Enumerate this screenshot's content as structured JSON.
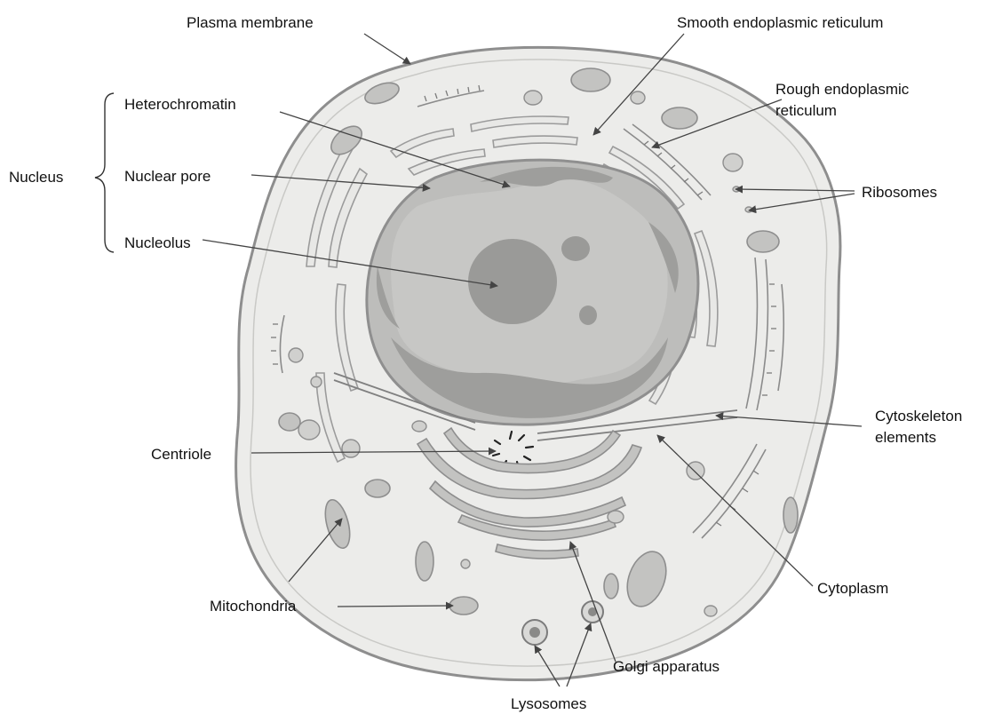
{
  "labels": {
    "plasma_membrane": "Plasma membrane",
    "smooth_er": "Smooth endoplasmic reticulum",
    "rough_er_line1": "Rough endoplasmic",
    "rough_er_line2": "reticulum",
    "heterochromatin": "Heterochromatin",
    "nucleus": "Nucleus",
    "nuclear_pore": "Nuclear pore",
    "ribosomes": "Ribosomes",
    "nucleolus": "Nucleolus",
    "cytoskeleton_line1": "Cytoskeleton",
    "cytoskeleton_line2": "elements",
    "centriole": "Centriole",
    "mitochondria": "Mitochondria",
    "cytoplasm": "Cytoplasm",
    "golgi": "Golgi apparatus",
    "lysosomes": "Lysosomes"
  }
}
